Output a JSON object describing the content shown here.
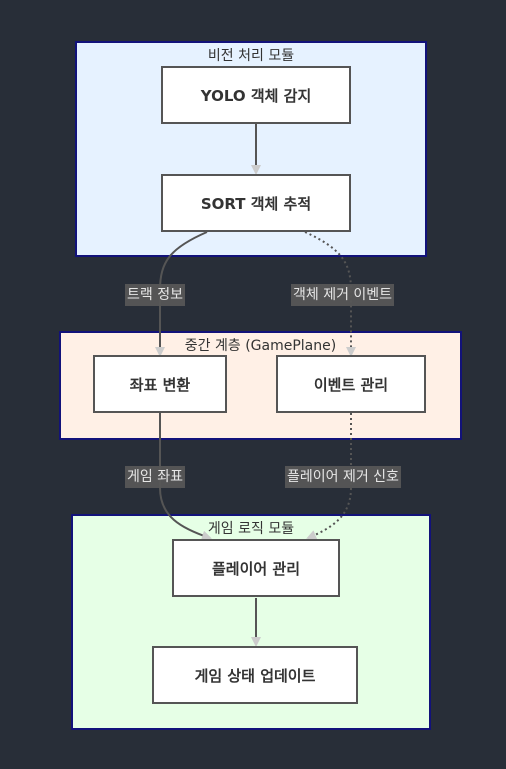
{
  "colors": {
    "background": "#282e38",
    "cluster_border": "#12127a",
    "vision_fill": "#e6f2ff",
    "middle_fill": "#fff0e6",
    "logic_fill": "#e6ffe6",
    "node_fill": "#ffffff",
    "node_border": "#555555",
    "edge_stroke": "#cccccc"
  },
  "clusters": {
    "vision": {
      "title": "비전 처리 모듈"
    },
    "middle": {
      "title": "중간 계층 (GamePlane)"
    },
    "logic": {
      "title": "게임 로직 모듈"
    }
  },
  "nodes": {
    "yolo": "YOLO 객체 감지",
    "sort": "SORT 객체 추적",
    "coord": "좌표 변환",
    "event": "이벤트 관리",
    "player": "플레이어 관리",
    "state": "게임 상태 업데이트"
  },
  "edge_labels": {
    "track_info": "트랙 정보",
    "object_remove_event": "객체 제거 이벤트",
    "game_coord": "게임 좌표",
    "player_remove_signal": "플레이어 제거 신호"
  }
}
